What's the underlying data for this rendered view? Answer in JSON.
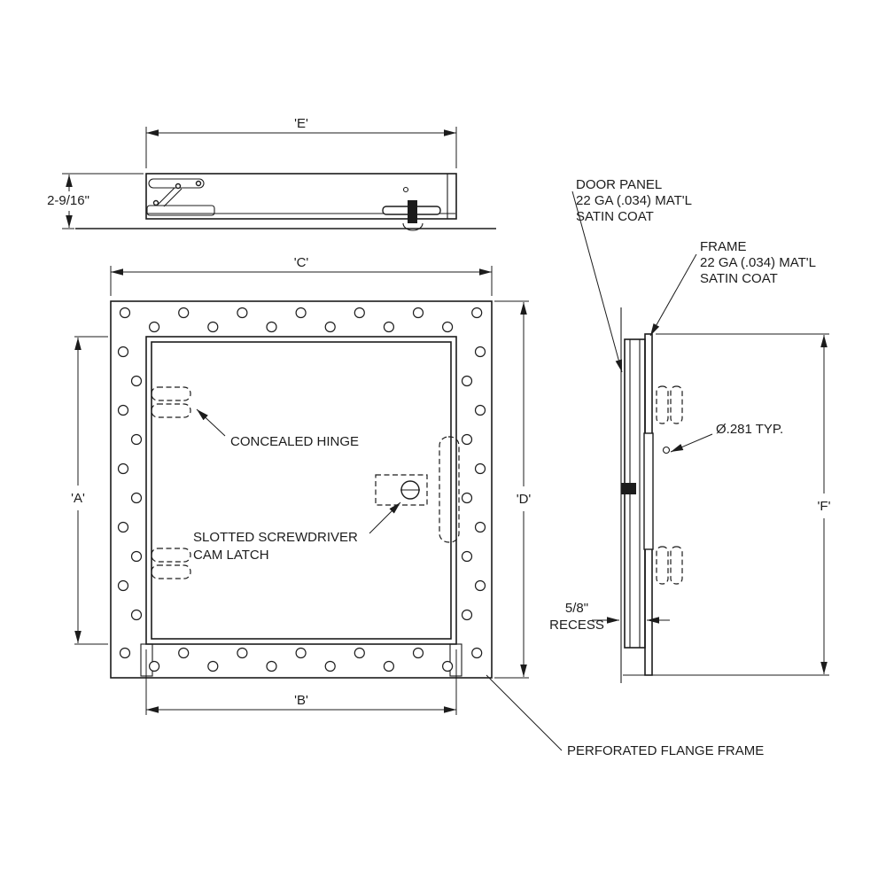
{
  "dimensions": {
    "e": "'E'",
    "c": "'C'",
    "b": "'B'",
    "a": "'A'",
    "d": "'D'",
    "f": "'F'",
    "frame_depth": "2-9/16\"",
    "recess": [
      "5/8\"",
      "RECESS"
    ],
    "hole_diameter": "Ø.281 TYP."
  },
  "callouts": {
    "door_panel": [
      "DOOR PANEL",
      "22 GA (.034) MAT'L",
      "SATIN COAT"
    ],
    "frame": [
      "FRAME",
      "22 GA (.034) MAT'L",
      "SATIN COAT"
    ],
    "concealed_hinge": "CONCEALED HINGE",
    "cam_latch": [
      "SLOTTED SCREWDRIVER",
      "CAM LATCH"
    ],
    "perforated_flange_frame": "PERFORATED FLANGE FRAME"
  }
}
